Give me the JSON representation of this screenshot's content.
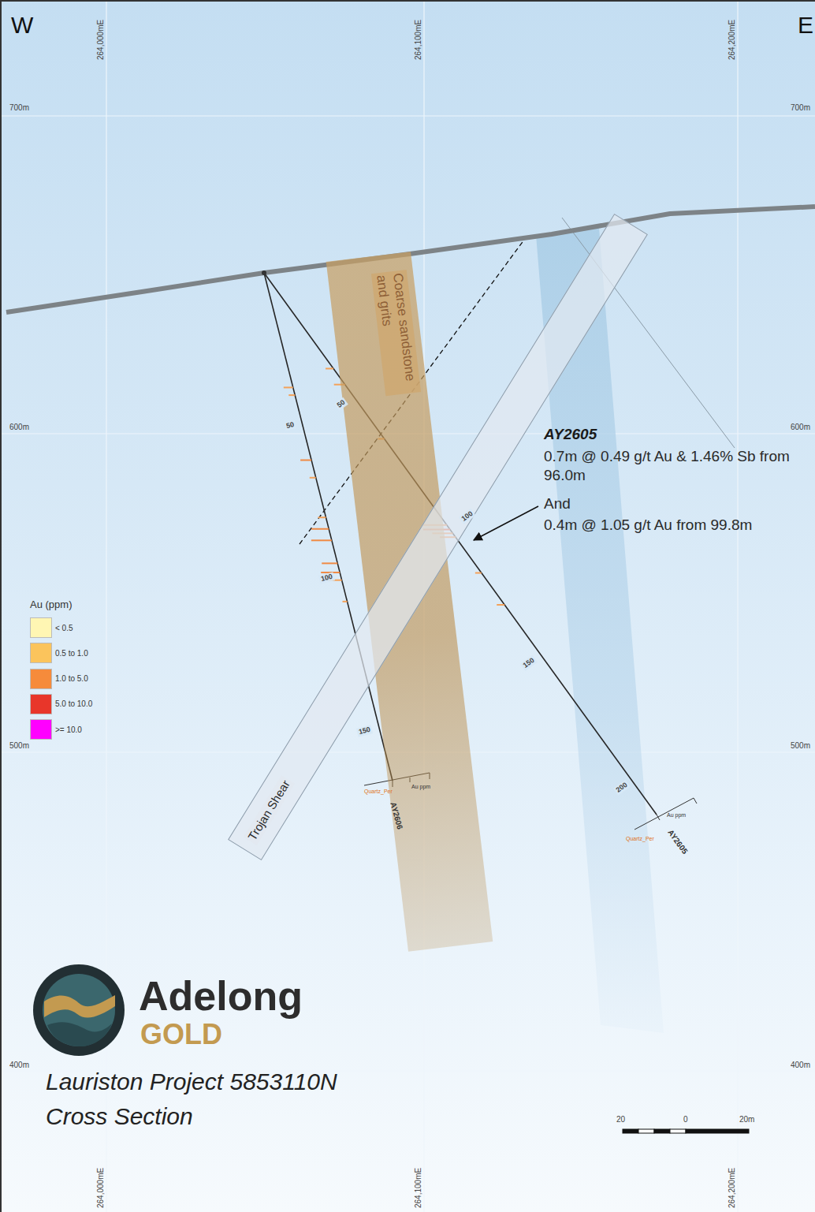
{
  "diagram": {
    "title": "Lauriston Project 5853110N Cross Section",
    "nodes": [
      {
        "text": [
          "Coarse sandstone and grits"
        ]
      },
      {
        "text": [
          "Trojan Shear"
        ]
      }
    ],
    "labels": [
      "W",
      "E",
      "264,000mE",
      "264,100mE",
      "264,200mE",
      "264,000mE",
      "264,100mE",
      "264,200mE",
      "700m",
      "600m",
      "500m",
      "400m",
      "700m",
      "600m",
      "500m",
      "400m",
      "50",
      "100",
      "150",
      "50",
      "100",
      "150",
      "200",
      "AY2606",
      "Quartz_Per",
      "Au ppm",
      "AY2605",
      "Quartz_Per",
      "Au ppm",
      "AY2605",
      "0.7m @ 0.49 g/t Au & 1.46% Sb from 96.0m",
      "And",
      "0.4m @ 1.05 g/t Au from 99.8m",
      "Au (ppm)",
      "Adelong",
      "GOLD",
      "20",
      "0",
      "20m"
    ],
    "legend": [
      {
        "text": "< 0.5",
        "color": "#fff6b3"
      },
      {
        "text": "0.5 to 1.0",
        "color": "#fbc45c"
      },
      {
        "text": "1.0 to 5.0",
        "color": "#f68b3b"
      },
      {
        "text": "5.0 to 10.0",
        "color": "#e8362a"
      },
      {
        "text": ">= 10.0",
        "color": "#ff00ff"
      }
    ]
  }
}
